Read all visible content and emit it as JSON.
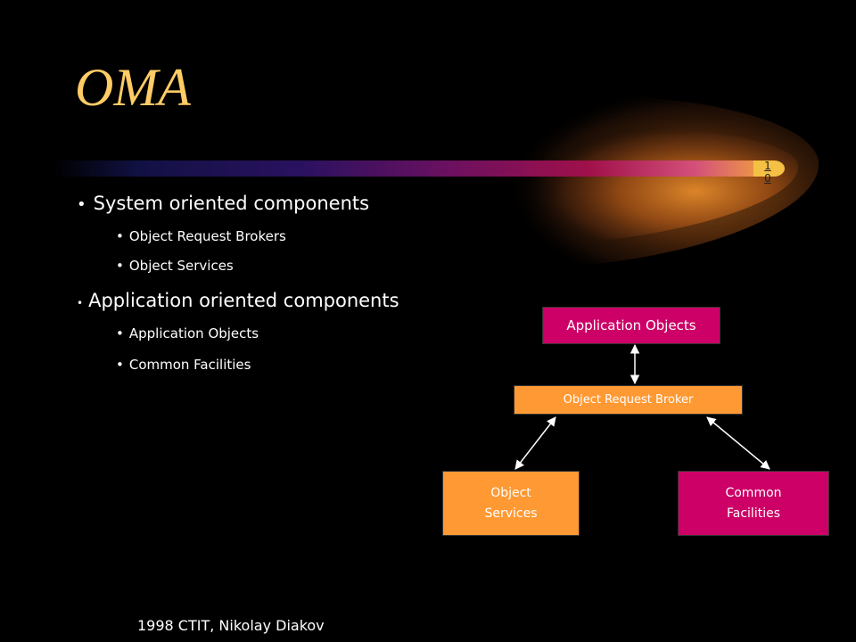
{
  "slide": {
    "title": "OMA",
    "slide_number": "1\n0",
    "footer": "1998 CTIT, Nikolay Diakov"
  },
  "bullets": {
    "system": {
      "label": "System oriented components",
      "items": [
        "Object Request Brokers",
        "Object Services"
      ]
    },
    "application": {
      "label": "Application oriented components",
      "items": [
        "Application Objects",
        "Common Facilities"
      ]
    }
  },
  "diagram": {
    "application_objects": "Application Objects",
    "orb": "Object Request Broker",
    "object_services": [
      "Object",
      "Services"
    ],
    "common_facilities": [
      "Common",
      "Facilities"
    ]
  },
  "colors": {
    "title": "#ffcc66",
    "pink_node": "#cc0066",
    "orange_node": "#ff9933",
    "background": "#000000"
  },
  "bullet_glyph": "•"
}
